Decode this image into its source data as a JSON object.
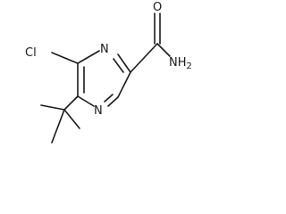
{
  "molecule": {
    "atoms": {
      "chlorine": "Cl",
      "ring_nitrogen_top": "N",
      "ring_nitrogen_bottom": "N",
      "carbonyl_oxygen": "O",
      "amide_nitrogen": "NH",
      "amide_nitrogen_subscript": "2"
    }
  },
  "colors": {
    "ink": "#1a1a1a",
    "background": "#ffffff"
  }
}
